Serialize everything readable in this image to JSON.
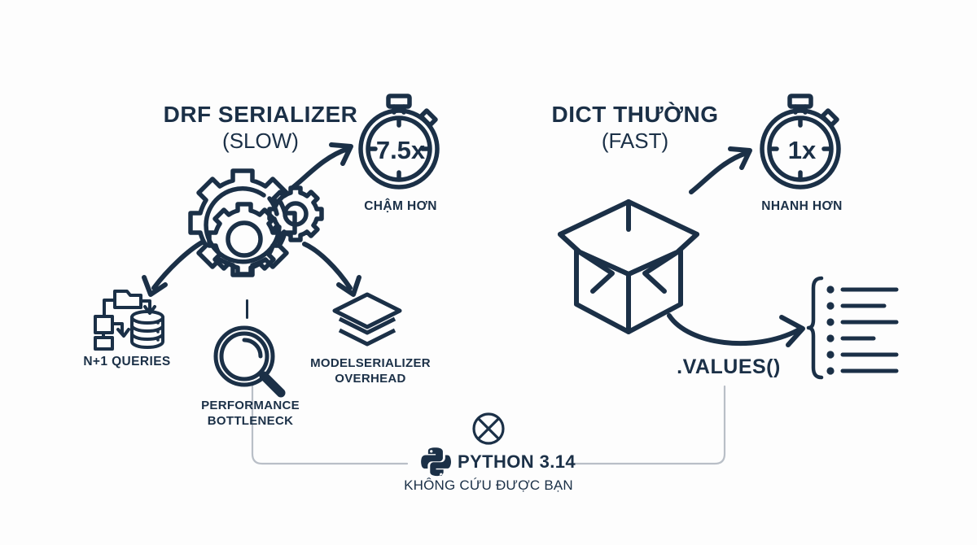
{
  "meta": {
    "background_color": "#fdfdfd",
    "ink_color": "#1b3047",
    "connector_color": "#b9bfc7"
  },
  "left_panel": {
    "title": "DRF SERIALIZER",
    "subtitle": "(SLOW)",
    "gears_icon": "gears-icon",
    "stopwatch": {
      "value": "7.5x",
      "caption": "CHẬM HƠN",
      "icon": "stopwatch-icon"
    },
    "items": [
      {
        "icon": "database-flow-icon",
        "label": "N+1 QUERIES"
      },
      {
        "icon": "magnifier-icon",
        "label_line1": "PERFORMANCE",
        "label_line2": "BOTTLENECK"
      },
      {
        "icon": "layers-stack-icon",
        "label_line1": "MODELSERIALIZER",
        "label_line2": "OVERHEAD"
      }
    ]
  },
  "right_panel": {
    "title": "DICT THƯỜNG",
    "subtitle": "(FAST)",
    "box_icon": "open-box-icon",
    "stopwatch": {
      "value": "1x",
      "caption": "NHANH HƠN",
      "icon": "stopwatch-icon"
    },
    "values_label": ".VALUES()",
    "result_list": {
      "icon": "bullet-list-icon",
      "bullet_count": 6,
      "line_lengths": [
        100,
        78,
        100,
        58,
        100,
        100
      ]
    }
  },
  "footer": {
    "cross_icon": "circle-x-icon",
    "python_icon": "python-logo-icon",
    "label": "PYTHON 3.14",
    "sub_label": "KHÔNG CỨU ĐƯỢC BẠN"
  }
}
